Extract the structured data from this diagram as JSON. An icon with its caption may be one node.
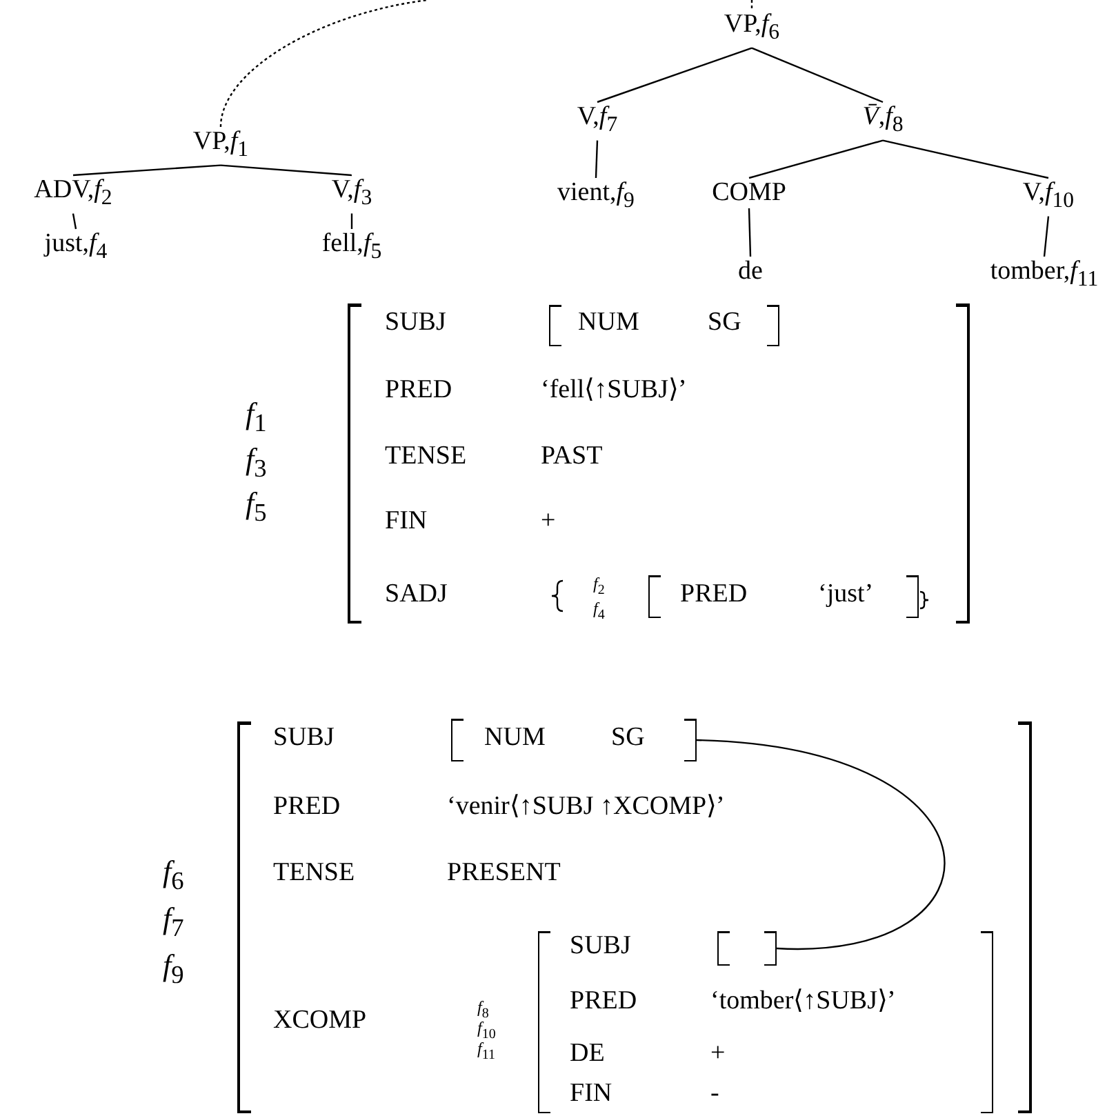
{
  "diagram": {
    "nodes": [
      {
        "text": [
          "VP,*f*$_{1}$"
        ]
      },
      {
        "text": [
          "ADV,*f*$_{2}$"
        ]
      },
      {
        "text": [
          "V,*f*$_{3}$"
        ]
      },
      {
        "text": [
          "just,*f*$_{4}$"
        ]
      },
      {
        "text": [
          "fell,*f*$_{5}$"
        ]
      },
      {
        "text": [
          "VP,*f*$_{6}$"
        ]
      },
      {
        "text": [
          "V,*f*$_{7}$"
        ]
      },
      {
        "text": [
          "*V̄*,*f*$_{8}$"
        ]
      },
      {
        "text": [
          "vient,*f*$_{9}$"
        ]
      },
      {
        "text": [
          "COMP"
        ]
      },
      {
        "text": [
          "V,*f*$_{10}$"
        ]
      },
      {
        "text": [
          "de"
        ]
      },
      {
        "text": [
          "tomber,*f*$_{11}$"
        ]
      },
      {
        "text": [
          "SUBJ",
          "PRED",
          "‘fell⟨↑SUBJ⟩’",
          "TENSE",
          "PAST",
          "FIN",
          "+",
          "SADJ"
        ],
        "beside": [
          "*f*$_{1}$",
          "*f*$_{3}$",
          "*f*$_{5}$"
        ]
      },
      {
        "text": [
          "NUM",
          "SG"
        ],
        "in": 13
      },
      {
        "text": [
          "PRED",
          "‘just’"
        ],
        "in": 13,
        "beside": [
          "*f*$_{2}$",
          "*f*$_{4}$"
        ]
      },
      {
        "text": [
          "SUBJ",
          "PRED",
          "‘venir⟨↑SUBJ ↑XCOMP⟩’",
          "TENSE",
          "PRESENT",
          "XCOMP"
        ],
        "beside": [
          "*f*$_{6}$",
          "*f*$_{7}$",
          "*f*$_{9}$"
        ]
      },
      {
        "text": [
          "NUM",
          "SG"
        ],
        "in": 16
      },
      {
        "text": [
          "SUBJ",
          "PRED",
          "‘tomber⟨↑SUBJ⟩’",
          "DE",
          "+",
          "FIN",
          "-"
        ],
        "in": 16,
        "beside": [
          "*f*$_{8}$",
          "*f*$_{10}$",
          "*f*$_{11}$"
        ]
      },
      {
        "text": [],
        "shape": "box",
        "in": 18
      }
    ],
    "edges": [
      {
        "from": 0,
        "to": null,
        "arrow": "none",
        "style": "dashed"
      },
      {
        "from": 0,
        "to": 1,
        "arrow": "none"
      },
      {
        "from": 0,
        "to": 2,
        "arrow": "none"
      },
      {
        "from": 1,
        "to": 3,
        "arrow": "none"
      },
      {
        "from": 2,
        "to": 4,
        "arrow": "none"
      },
      {
        "from": null,
        "to": 5,
        "arrow": "none",
        "style": "dashed"
      },
      {
        "from": 5,
        "to": 6,
        "arrow": "none"
      },
      {
        "from": 5,
        "to": 7,
        "arrow": "none"
      },
      {
        "from": 6,
        "to": 8,
        "arrow": "none"
      },
      {
        "from": 7,
        "to": 9,
        "arrow": "none"
      },
      {
        "from": 7,
        "to": 10,
        "arrow": "none"
      },
      {
        "from": 9,
        "to": 11,
        "arrow": "none"
      },
      {
        "from": 10,
        "to": 12,
        "arrow": "none"
      },
      {
        "from": 17,
        "to": 19,
        "arrow": "none"
      }
    ]
  }
}
